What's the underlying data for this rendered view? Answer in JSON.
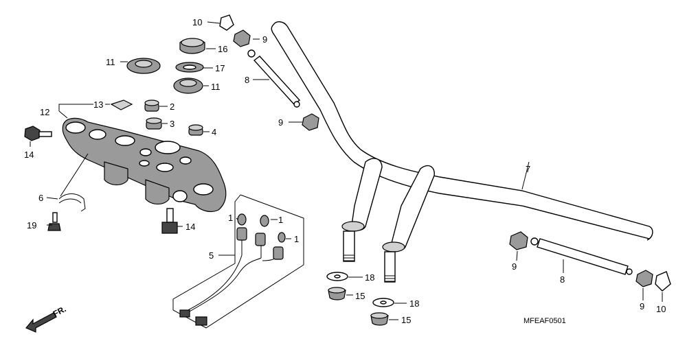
{
  "diagram_code": "MFEAF0501",
  "front_marker": "FR.",
  "callouts": {
    "c1a": "1",
    "c1b": "1",
    "c1c": "1",
    "c2": "2",
    "c3": "3",
    "c4": "4",
    "c5": "5",
    "c6": "6",
    "c7": "7",
    "c8a": "8",
    "c8b": "8",
    "c9a": "9",
    "c9b": "9",
    "c9c": "9",
    "c9d": "9",
    "c10a": "10",
    "c10b": "10",
    "c11a": "11",
    "c11b": "11",
    "c12": "12",
    "c13": "13",
    "c14a": "14",
    "c14b": "14",
    "c15a": "15",
    "c15b": "15",
    "c16": "16",
    "c17": "17",
    "c18a": "18",
    "c18b": "18",
    "c19": "19"
  }
}
